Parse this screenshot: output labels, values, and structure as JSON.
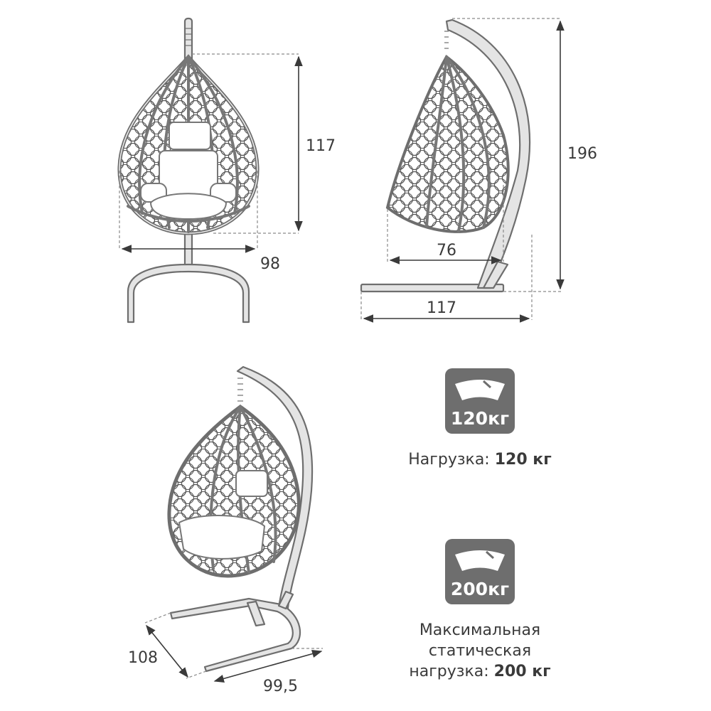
{
  "views": {
    "front": {
      "height_label": "117",
      "width_label": "98"
    },
    "side": {
      "total_height_label": "196",
      "basket_depth_label": "76",
      "base_length_label": "117"
    },
    "perspective": {
      "base_depth_label": "108",
      "base_width_label": "99,5"
    }
  },
  "specs": [
    {
      "badge_label": "120кг",
      "caption_prefix": "Нагрузка:",
      "caption_value": "120 кг"
    },
    {
      "badge_label": "200кг",
      "caption_line1": "Максимальная",
      "caption_line2": "статическая",
      "caption_prefix": "нагрузка:",
      "caption_value": "200 кг"
    }
  ],
  "colors": {
    "badge_fill": "#6e6e6e",
    "line": "#6e6e6e",
    "text": "#3a3a3a"
  }
}
